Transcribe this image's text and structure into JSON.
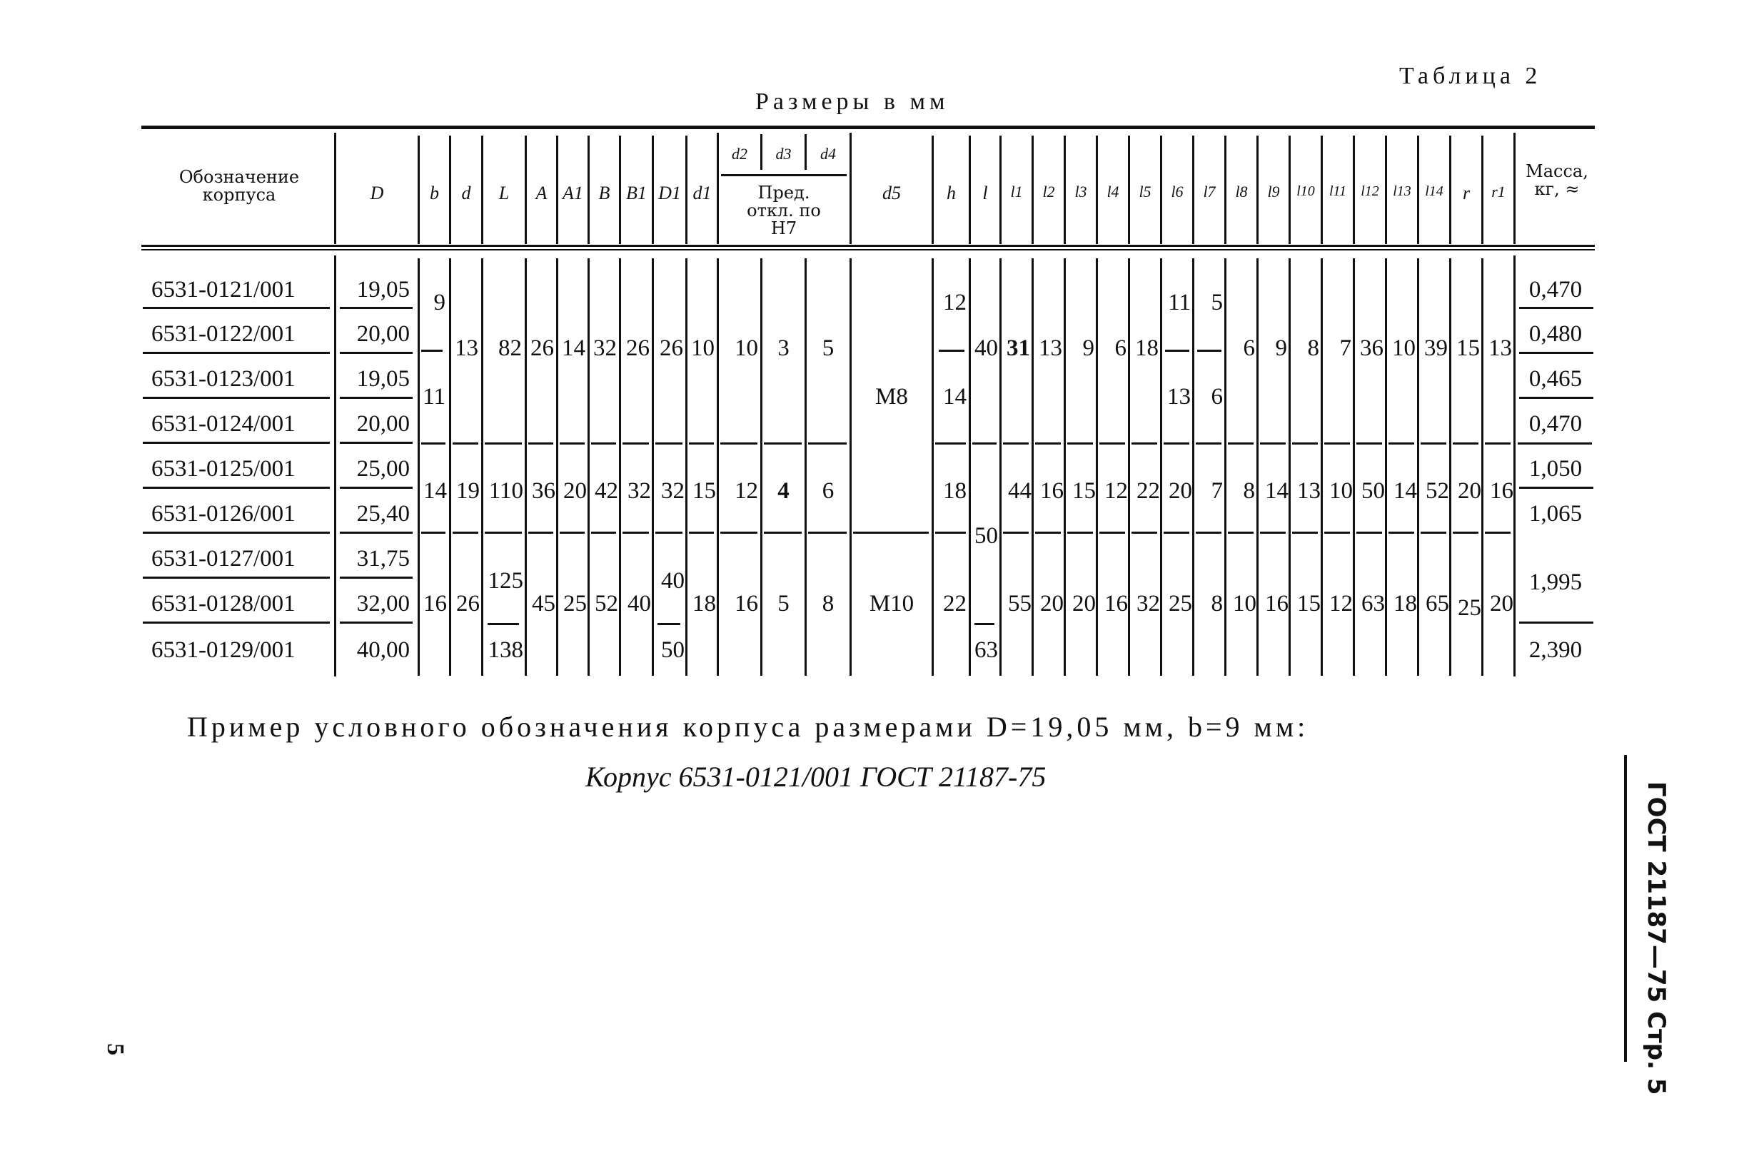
{
  "page": {
    "table_label": "Таблица 2",
    "units_label": "Размеры в мм",
    "caption": "Пример условного обозначения корпуса размерами D=19,05 мм, b=9 мм:",
    "example": "Корпус 6531-0121/001 ГОСТ 21187-75",
    "side_label": "ГОСТ 21187—75 Стр. 5",
    "page_number": "5"
  },
  "table": {
    "headers": {
      "designation": "Обозначение корпуса",
      "D": "D",
      "b": "b",
      "d": "d",
      "L": "L",
      "A": "A",
      "A1": "A1",
      "B": "B",
      "B1": "B1",
      "D1": "D1",
      "d1": "d1",
      "d2": "d2",
      "d3": "d3",
      "d4": "d4",
      "tolerance": "Пред. откл. по H7",
      "d5": "d5",
      "h": "h",
      "l": "l",
      "l1": "l1",
      "l2": "l2",
      "l3": "l3",
      "l4": "l4",
      "l5": "l5",
      "l6": "l6",
      "l7": "l7",
      "l8": "l8",
      "l9": "l9",
      "l10": "l10",
      "l11": "l11",
      "l12": "l12",
      "l13": "l13",
      "l14": "l14",
      "r": "r",
      "r1": "r1",
      "mass": "Масса, кг, ≈"
    },
    "columns": [
      "Обозначение корпуса",
      "D",
      "b",
      "d",
      "L",
      "A",
      "A1",
      "B",
      "B1",
      "D1",
      "d1",
      "d2",
      "d3",
      "d4",
      "d5",
      "h",
      "l",
      "l1",
      "l2",
      "l3",
      "l4",
      "l5",
      "l6",
      "l7",
      "l8",
      "l9",
      "l10",
      "l11",
      "l12",
      "l13",
      "l14",
      "r",
      "r1",
      "Масса, кг, ≈"
    ],
    "rows": [
      {
        "designation": "6531-0121/001",
        "D": "19,05",
        "mass": "0,470"
      },
      {
        "designation": "6531-0122/001",
        "D": "20,00",
        "mass": "0,480"
      },
      {
        "designation": "6531-0123/001",
        "D": "19,05",
        "mass": "0,465"
      },
      {
        "designation": "6531-0124/001",
        "D": "20,00",
        "mass": "0,470"
      },
      {
        "designation": "6531-0125/001",
        "D": "25,00",
        "mass": "1,050"
      },
      {
        "designation": "6531-0126/001",
        "D": "25,40",
        "mass": "1,065"
      },
      {
        "designation": "6531-0127/001",
        "D": "31,75",
        "mass": "1,995"
      },
      {
        "designation": "6531-0128/001",
        "D": "32,00",
        "mass": "1,995"
      },
      {
        "designation": "6531-0129/001",
        "D": "40,00",
        "mass": "2,390"
      }
    ],
    "groups": [
      {
        "rows": "6531-0121/001 – 6531-0124/001",
        "b_top": "9",
        "b_bottom": "11",
        "d": "13",
        "L": "82",
        "A": "26",
        "A1": "14",
        "B": "32",
        "B1": "26",
        "D1": "26",
        "d1": "10",
        "d2": "10",
        "d3": "3",
        "d4": "5",
        "d5": "M8",
        "h_top": "12",
        "h_bottom": "14",
        "l": "40",
        "l1": "31",
        "l2": "13",
        "l3": "9",
        "l4": "6",
        "l5": "18",
        "l6_top": "11",
        "l6_bottom": "13",
        "l7_top": "5",
        "l7_bottom": "6",
        "l8": "6",
        "l9": "9",
        "l10": "8",
        "l11": "7",
        "l12": "36",
        "l13": "10",
        "l14": "39",
        "r": "15",
        "r1": "13"
      },
      {
        "rows": "6531-0125/001 – 6531-0126/001",
        "b": "14",
        "d": "19",
        "L": "110",
        "A": "36",
        "A1": "20",
        "B": "42",
        "B1": "32",
        "D1": "32",
        "d1": "15",
        "d2": "12",
        "d3": "4",
        "d4": "6",
        "d5": "M8",
        "h": "18",
        "l": "50",
        "l1": "44",
        "l2": "16",
        "l3": "15",
        "l4": "12",
        "l5": "22",
        "l6": "20",
        "l7": "7",
        "l8": "8",
        "l9": "14",
        "l10": "13",
        "l11": "10",
        "l12": "50",
        "l13": "14",
        "l14": "52",
        "r": "20",
        "r1": "16"
      },
      {
        "rows": "6531-0127/001 – 6531-0129/001",
        "b": "16",
        "d": "26",
        "L_top": "125",
        "L_bottom": "138",
        "A": "45",
        "A1": "25",
        "B": "52",
        "B1": "40",
        "D1_top": "40",
        "D1_bottom": "50",
        "d1": "18",
        "d2": "16",
        "d3": "5",
        "d4": "8",
        "d5": "M10",
        "h": "22",
        "l_top": "50",
        "l_bottom": "63",
        "l1": "55",
        "l2": "20",
        "l3": "20",
        "l4": "16",
        "l5": "32",
        "l6": "25",
        "l7": "8",
        "l8": "10",
        "l9": "16",
        "l10": "15",
        "l11": "12",
        "l12": "63",
        "l13": "18",
        "l14": "65",
        "r": "25",
        "r1": "20"
      }
    ]
  }
}
